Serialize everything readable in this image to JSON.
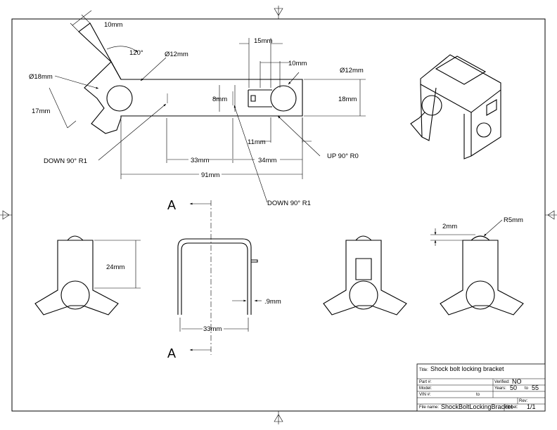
{
  "dimensions": {
    "top_left_width": "10mm",
    "angle": "120°",
    "hole_left": "Ø12mm",
    "tab_diameter": "Ø18mm",
    "tab_offset": "17mm",
    "slot_length": "15mm",
    "slot_inner": "10mm",
    "hole_right": "Ø12mm",
    "slot_width": "8mm",
    "strip_height": "18mm",
    "edge_to_hole": "11mm",
    "bend_up": "UP 90° R0",
    "bend_down_left": "DOWN 90° R1",
    "bend_down_mid": "DOWN 90° R1",
    "seg_33": "33mm",
    "seg_34": "34mm",
    "overall": "91mm",
    "front_height": "24mm",
    "section_width": "33mm",
    "thickness": ".9mm",
    "bump_height": "2mm",
    "bump_radius": "R5mm",
    "section_label_top": "A",
    "section_label_bottom": "A"
  },
  "title_block": {
    "title_label": "Title:",
    "title": "Shock bolt locking bracket",
    "part_label": "Part #:",
    "part": "",
    "verified_label": "Verified:",
    "verified": "NO",
    "model_label": "Model:",
    "model": "",
    "years_label": "Years:",
    "year_from": "50",
    "to_label": "to",
    "year_to": "55",
    "vin_label": "VIN #:",
    "vin_to": "to",
    "rev_label": "Rev:",
    "file_label": "File name:",
    "file": "ShockBoltLockingBracket",
    "sheet_label": "Sheet:",
    "sheet": "1/1"
  }
}
